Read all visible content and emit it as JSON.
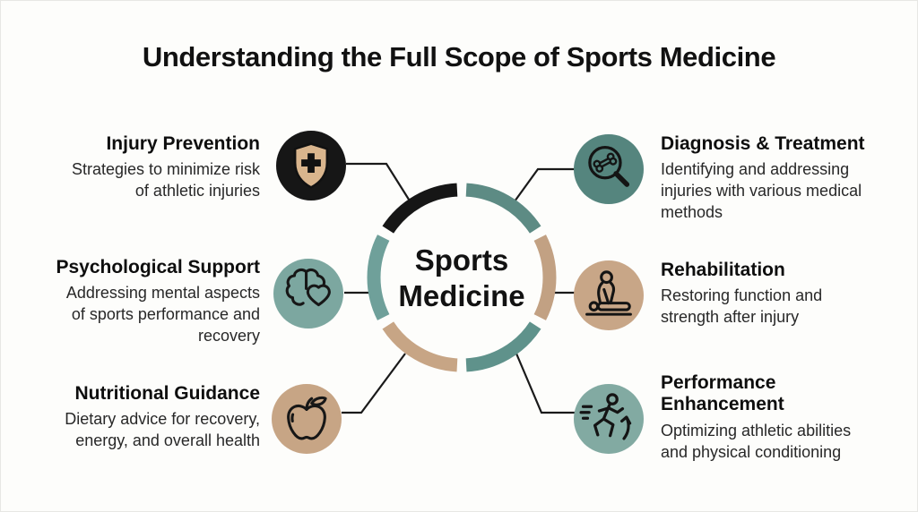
{
  "title": "Understanding the Full Scope of Sports Medicine",
  "center": {
    "label": "Sports\nMedicine"
  },
  "items": [
    {
      "id": "injury-prevention",
      "title": "Injury Prevention",
      "description": "Strategies to minimize risk\nof athletic injuries",
      "icon": "shield-cross-icon",
      "color": "#161616"
    },
    {
      "id": "psychological-support",
      "title": "Psychological Support",
      "description": "Addressing mental aspects\nof sports performance and\nrecovery",
      "icon": "brain-heart-icon",
      "color": "#7ca7a0"
    },
    {
      "id": "nutritional-guidance",
      "title": "Nutritional Guidance",
      "description": "Dietary advice for recovery,\nenergy, and overall health",
      "icon": "apple-icon",
      "color": "#c7a585"
    },
    {
      "id": "diagnosis-treatment",
      "title": "Diagnosis & Treatment",
      "description": "Identifying and addressing\ninjuries with various medical\nmethods",
      "icon": "magnifier-bone-icon",
      "color": "#55857e"
    },
    {
      "id": "rehabilitation",
      "title": "Rehabilitation",
      "description": "Restoring function and\nstrength after injury",
      "icon": "physio-massage-icon",
      "color": "#c8a687"
    },
    {
      "id": "performance-enhancement",
      "title": "Performance\nEnhancement",
      "description": "Optimizing athletic abilities\nand physical conditioning",
      "icon": "runner-arrow-icon",
      "color": "#82aaa2"
    }
  ],
  "ring": {
    "segments": [
      {
        "position": "top-left",
        "color": "#161616"
      },
      {
        "position": "left",
        "color": "#6fa09a"
      },
      {
        "position": "bottom-left",
        "color": "#c7a585"
      },
      {
        "position": "bottom-right",
        "color": "#5f928b"
      },
      {
        "position": "right",
        "color": "#c2a183"
      },
      {
        "position": "top-right",
        "color": "#5d8b84"
      }
    ]
  },
  "palette": {
    "connector": "#1a1a1a",
    "icon_stroke": "#171717",
    "shield_fill": "#d9b58d",
    "background": "#fdfdfb"
  }
}
